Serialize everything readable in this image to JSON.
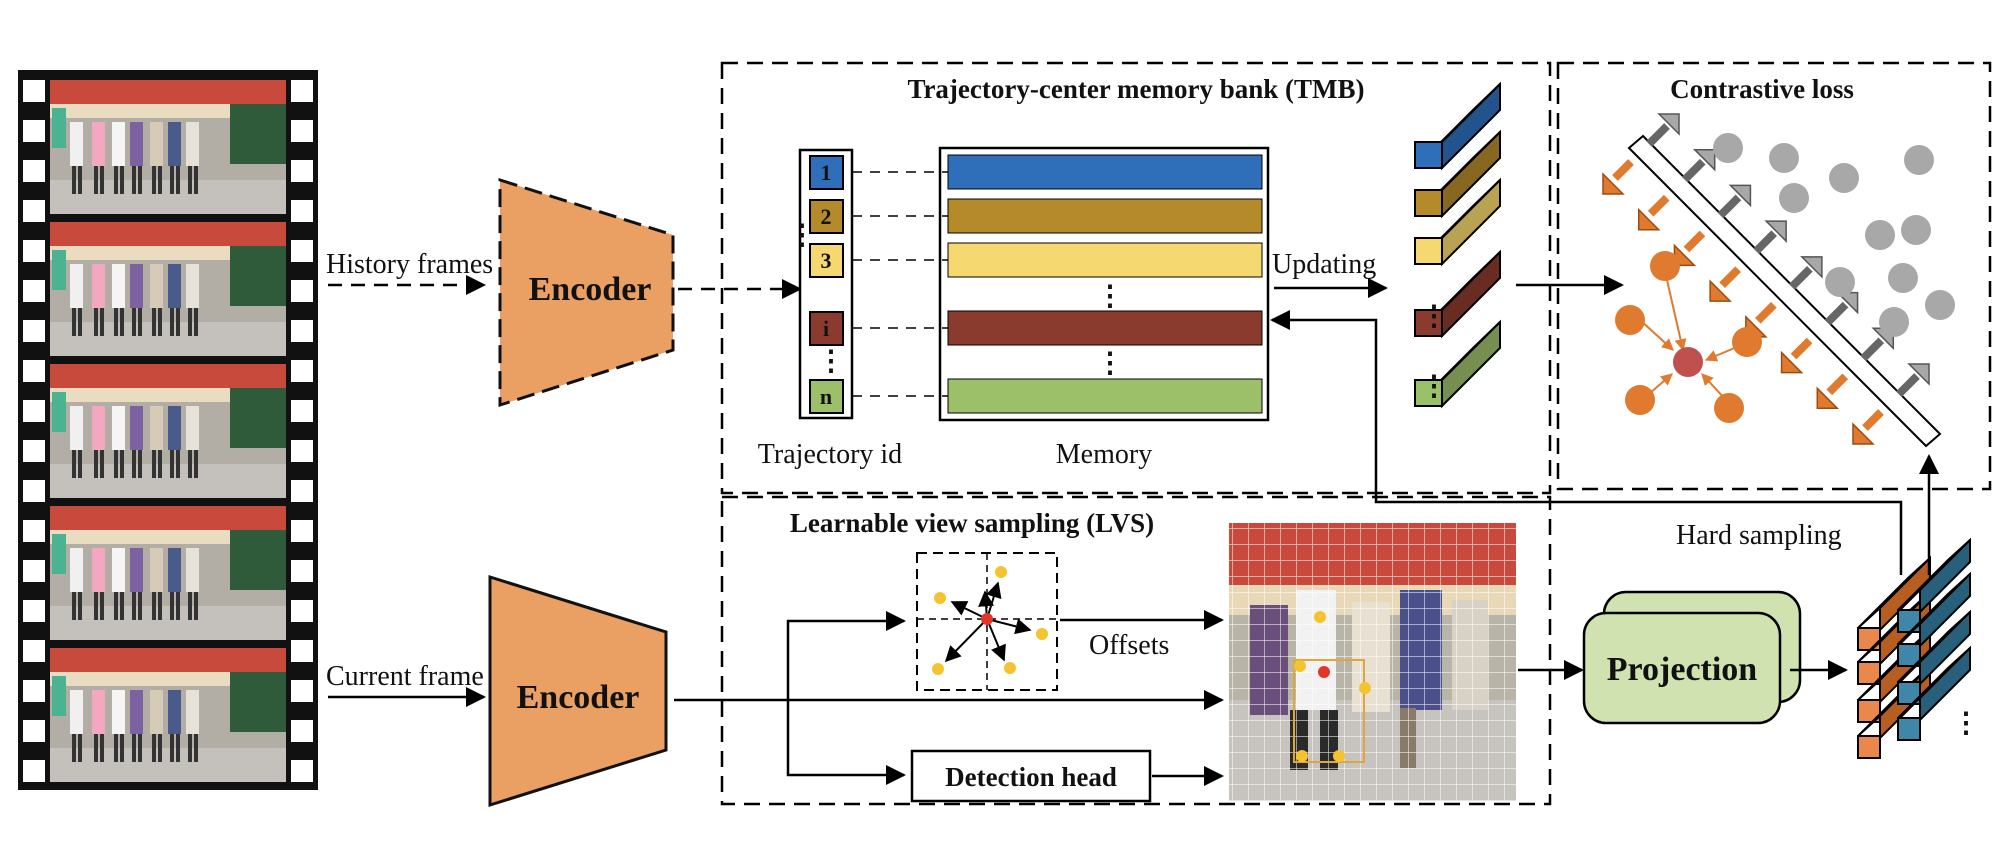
{
  "film": {
    "frame_count": 5
  },
  "labels": {
    "history_frames": "History frames",
    "current_frame": "Current frame",
    "encoder_top": "Encoder",
    "encoder_bottom": "Encoder",
    "tmb_title": "Trajectory-center memory bank (TMB)",
    "contrastive_title": "Contrastive loss",
    "lvs_title": "Learnable view sampling (LVS)",
    "trajectory_id": "Trajectory id",
    "memory": "Memory",
    "updating": "Updating",
    "offsets": "Offsets",
    "detection_head": "Detection head",
    "projection": "Projection",
    "hard_sampling": "Hard sampling",
    "ellipsis": "⋮"
  },
  "trajectory_ids": [
    {
      "label": "1",
      "color": "#2f6fba"
    },
    {
      "label": "2",
      "color": "#b48a2a"
    },
    {
      "label": "3",
      "color": "#f6d870"
    },
    {
      "label": "i",
      "color": "#8b3a2e"
    },
    {
      "label": "n",
      "color": "#9cbf6a"
    }
  ],
  "colors": {
    "encoder": "#e9a062",
    "projection": "#cfe2b0",
    "orange_node": "#e07a2e",
    "center_node": "#c0504d",
    "gray_node": "#a8a8a8",
    "feature_orange": "#e9884a",
    "feature_teal": "#3f86a8"
  }
}
